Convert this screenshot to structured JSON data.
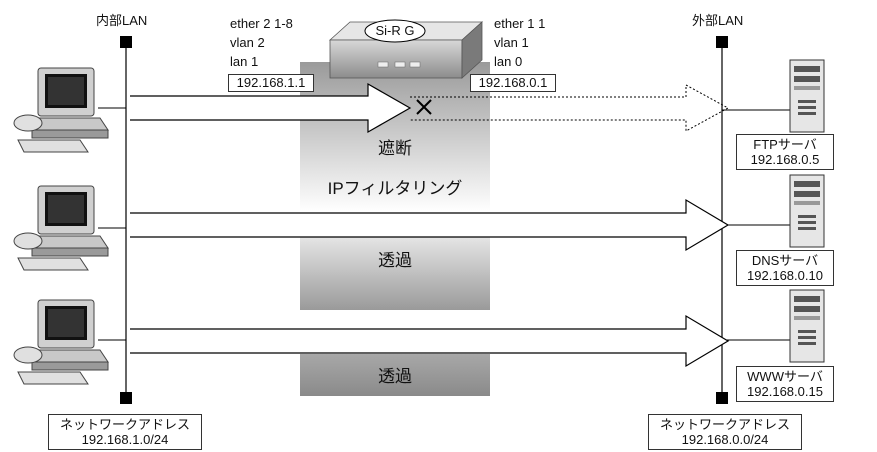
{
  "lan_internal": {
    "title": "内部LAN",
    "address_label": "ネットワークアドレス",
    "address": "192.168.1.0/24"
  },
  "lan_external": {
    "title": "外部LAN",
    "address_label": "ネットワークアドレス",
    "address": "192.168.0.0/24"
  },
  "router": {
    "name": "Si-R G",
    "left_if": [
      "ether 2 1-8",
      "vlan 2",
      "lan 1"
    ],
    "left_ip": "192.168.1.1",
    "right_if": [
      "ether 1 1",
      "vlan 1",
      "lan 0"
    ],
    "right_ip": "192.168.0.1"
  },
  "filter": {
    "title": "IPフィルタリング",
    "rows": [
      {
        "action": "遮断"
      },
      {
        "action": "透過"
      },
      {
        "action": "透過"
      }
    ]
  },
  "servers": [
    {
      "name": "FTPサーバ",
      "ip": "192.168.0.5"
    },
    {
      "name": "DNSサーバ",
      "ip": "192.168.0.10"
    },
    {
      "name": "WWWサーバ",
      "ip": "192.168.0.15"
    }
  ],
  "blocked_mark": "×",
  "icons": [
    "desktop-pc-icon",
    "tower-server-icon",
    "router-device-icon"
  ],
  "colors": {
    "filter_band": "#c8c8c8",
    "filter_band_dark": "#8c8c8c",
    "arrow": "#000000"
  }
}
